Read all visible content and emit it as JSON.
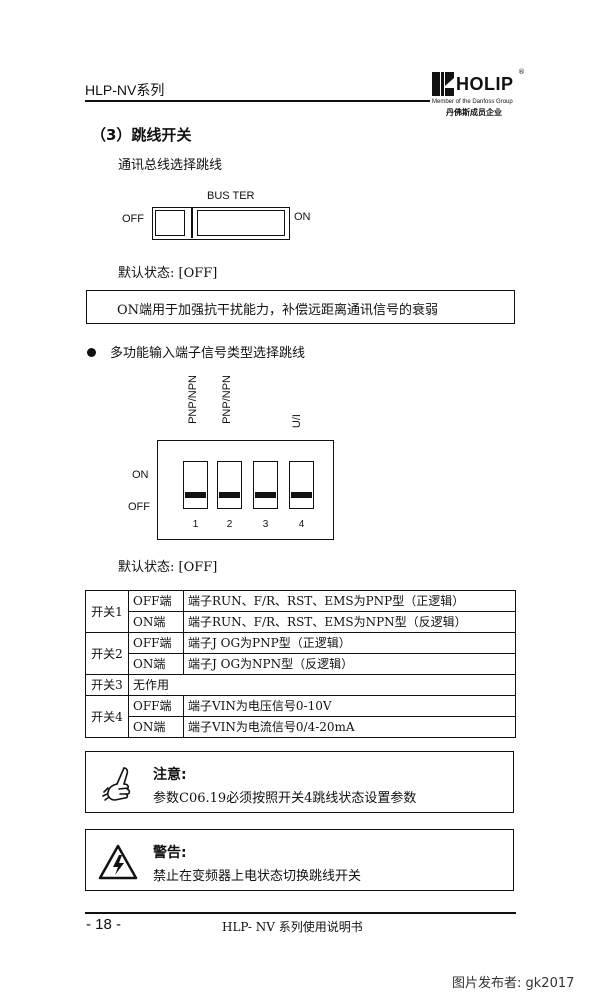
{
  "header": {
    "series": "HLP-NV系列",
    "logo": {
      "name": "HOLIP",
      "reg": "®",
      "member": "Member of the Danfoss Group",
      "cn": "丹佛斯成员企业"
    }
  },
  "section": {
    "title": "（3）跳线开关",
    "bus_subtitle": "通讯总线选择跳线",
    "bus_switch": {
      "label": "BUS TER",
      "off": "OFF",
      "on": "ON"
    },
    "bus_default": "默认状态: [OFF]",
    "bus_note": "ON端用于加强抗干扰能力，补偿远距离通讯信号的衰弱"
  },
  "multi": {
    "title": "多功能输入端子信号类型选择跳线",
    "vertical_labels": [
      "PNP/NPN",
      "PNP/NPN",
      "U/I"
    ],
    "on_label": "ON",
    "off_label": "OFF",
    "switch_numbers": [
      "1",
      "2",
      "3",
      "4"
    ],
    "default": "默认状态: [OFF]"
  },
  "table": {
    "rows": [
      {
        "switch": "开关1",
        "state": "OFF端",
        "desc": "端子RUN、F/R、RST、EMS为PNP型（正逻辑）"
      },
      {
        "state": "ON端",
        "desc": "端子RUN、F/R、RST、EMS为NPN型（反逻辑）"
      },
      {
        "switch": "开关2",
        "state": "OFF端",
        "desc": "端子J OG为PNP型（正逻辑）"
      },
      {
        "state": "ON端",
        "desc": "端子J OG为NPN型（反逻辑）"
      },
      {
        "switch": "开关3",
        "state": "无作用"
      },
      {
        "switch": "开关4",
        "state": "OFF端",
        "desc": "端子VIN为电压信号0-10V"
      },
      {
        "state": "ON端",
        "desc": "端子VIN为电流信号0/4-20mA"
      }
    ]
  },
  "notice": {
    "icon": "pointing-hand-icon",
    "title": "注意:",
    "text": "参数C06.19必须按照开关4跳线状态设置参数"
  },
  "warning": {
    "icon": "electric-hazard-icon",
    "title": "警告:",
    "text": "禁止在变频器上电状态切换跳线开关"
  },
  "footer": {
    "page": "- 18 -",
    "title": "HLP- NV 系列使用说明书"
  },
  "watermark": "图片发布者: gk2017"
}
